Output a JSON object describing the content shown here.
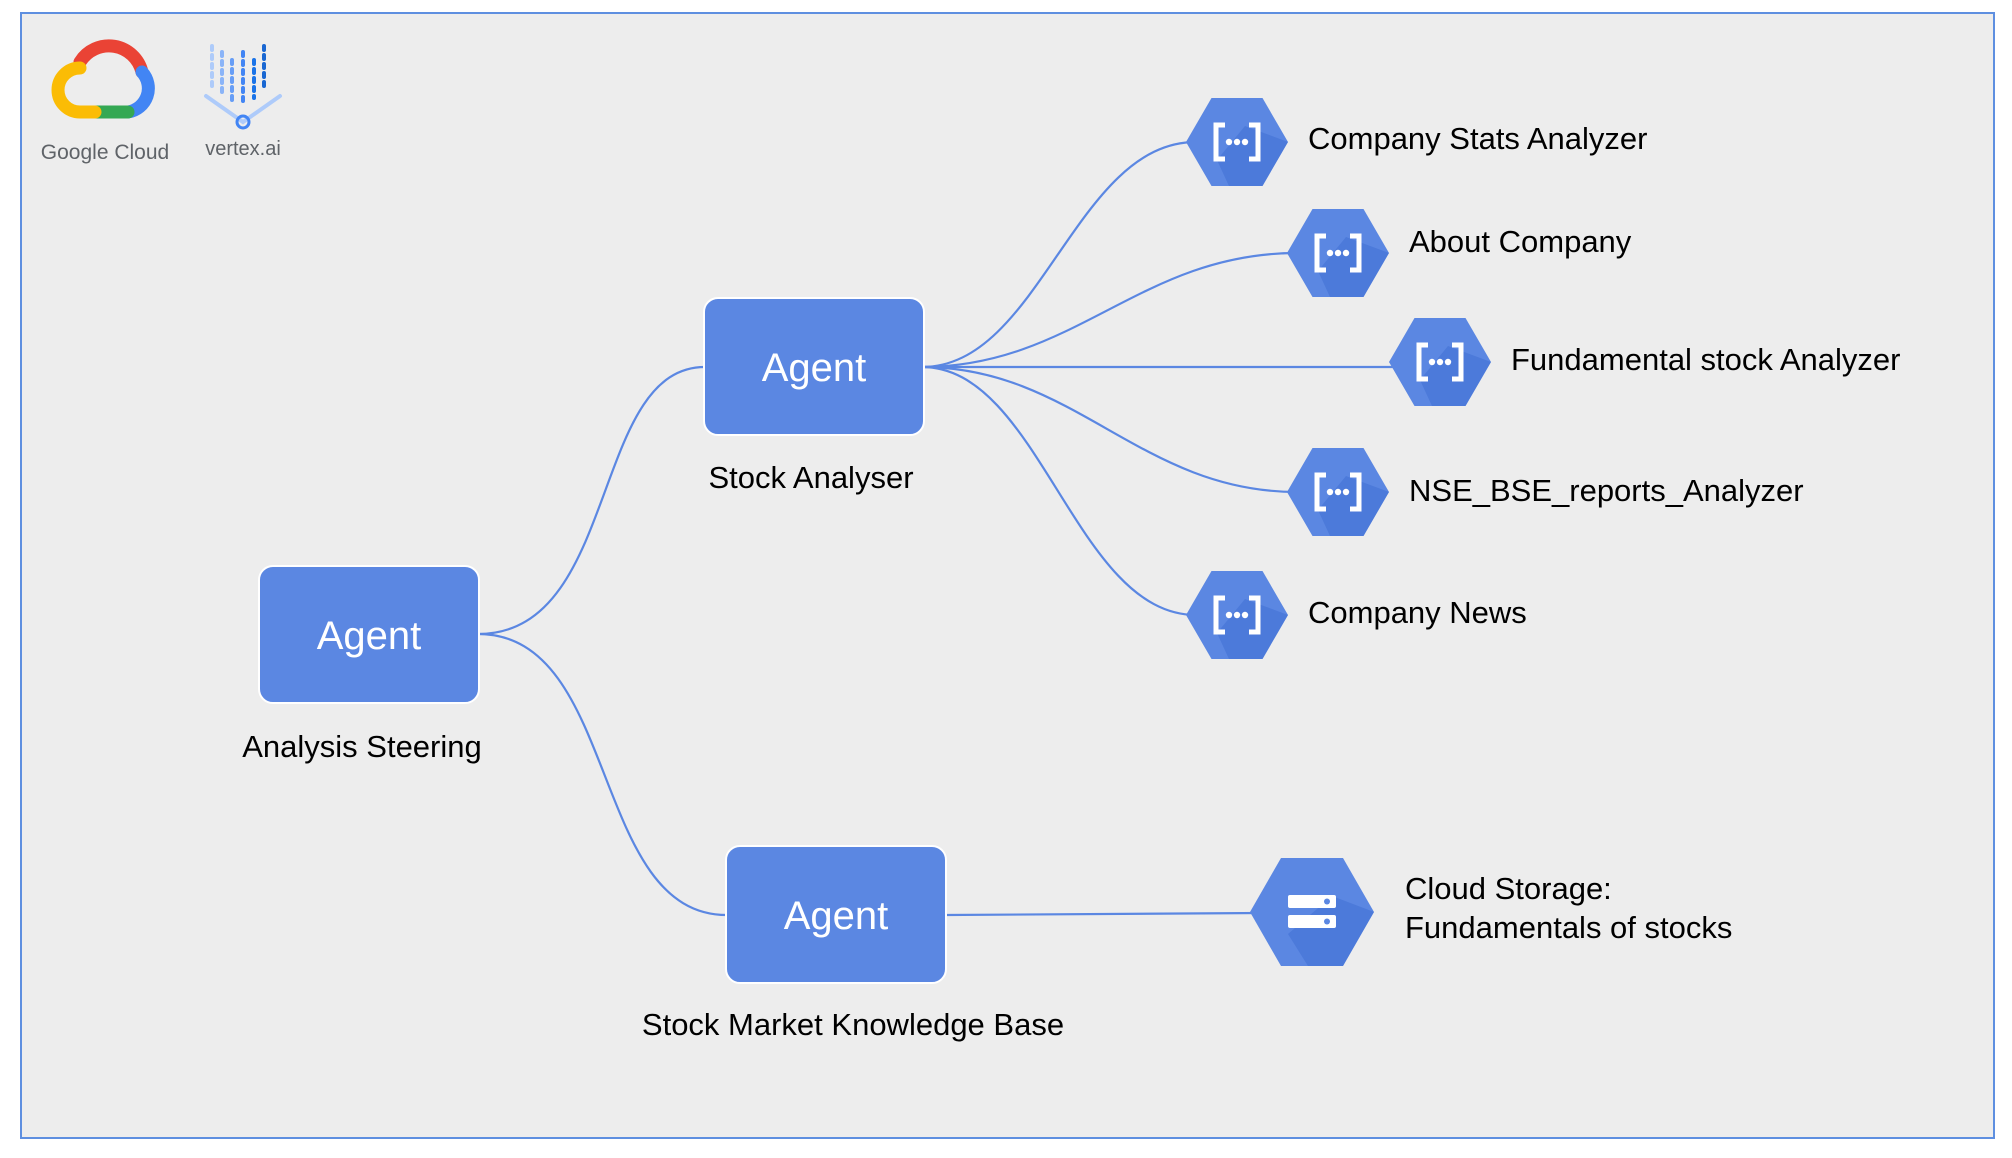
{
  "logos": {
    "google_cloud": "Google Cloud",
    "vertex_ai": "vertex.ai"
  },
  "colors": {
    "background": "#ededed",
    "frame": "#5e8fe0",
    "agent_box": "#5b87e2",
    "agent_border": "#ffffff",
    "connector": "#5b87e2",
    "hex_light": "#5b87e2",
    "hex_dark": "#3f6fd4",
    "label_text": "#000000"
  },
  "agents": {
    "analysis_steering": {
      "box_label": "Agent",
      "caption": "Analysis Steering"
    },
    "stock_analyser": {
      "box_label": "Agent",
      "caption": "Stock Analyser"
    },
    "knowledge_base": {
      "box_label": "Agent",
      "caption": "Stock Market Knowledge Base"
    }
  },
  "tools": [
    {
      "icon": "cloud-functions-icon",
      "label": "Company Stats Analyzer"
    },
    {
      "icon": "cloud-functions-icon",
      "label": "About Company"
    },
    {
      "icon": "cloud-functions-icon",
      "label": "Fundamental stock Analyzer"
    },
    {
      "icon": "cloud-functions-icon",
      "label": "NSE_BSE_reports_Analyzer"
    },
    {
      "icon": "cloud-functions-icon",
      "label": "Company News"
    }
  ],
  "storage": {
    "icon": "cloud-storage-icon",
    "label_line1": "Cloud Storage:",
    "label_line2": "Fundamentals of stocks"
  }
}
